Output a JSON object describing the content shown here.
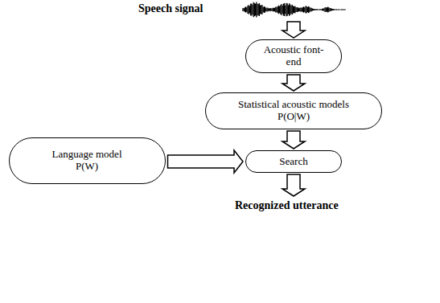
{
  "diagram": {
    "nodes": [
      {
        "text": [
          "Acoustic font-end"
        ]
      },
      {
        "text": [
          "Statistical acoustic models P(O|W)"
        ]
      },
      {
        "text": [
          "Language model P(W)"
        ]
      },
      {
        "text": [
          "Search"
        ]
      }
    ],
    "edges": [
      {
        "from": 0,
        "to": 1,
        "arrow": "to"
      },
      {
        "from": 1,
        "to": 3,
        "arrow": "to"
      },
      {
        "from": 2,
        "to": 3,
        "arrow": "to"
      }
    ],
    "labels": [
      "Speech signal",
      "Recognized utterance"
    ]
  }
}
